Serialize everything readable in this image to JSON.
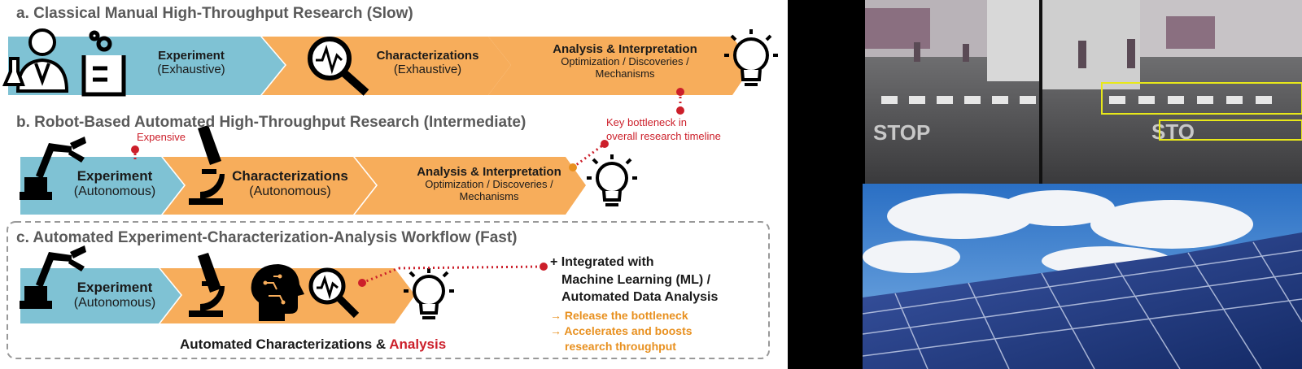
{
  "section_a": {
    "title": "a. Classical Manual High-Throughput Research (Slow)",
    "steps": [
      {
        "label": "Experiment",
        "sub": "(Exhaustive)"
      },
      {
        "label": "Characterizations",
        "sub": "(Exhaustive)"
      },
      {
        "label": "Analysis & Interpretation",
        "sub1": "Optimization / Discoveries /",
        "sub2": "Mechanisms"
      }
    ]
  },
  "section_b": {
    "title": "b. Robot-Based Automated High-Throughput Research (Intermediate)",
    "expensive_note": "Expensive",
    "bottleneck_note1": "Key bottleneck in",
    "bottleneck_note2": "overall research timeline",
    "steps": [
      {
        "label": "Experiment",
        "sub": "(Autonomous)"
      },
      {
        "label": "Characterizations",
        "sub": "(Autonomous)"
      },
      {
        "label": "Analysis & Interpretation",
        "sub1": "Optimization / Discoveries /",
        "sub2": "Mechanisms"
      }
    ]
  },
  "section_c": {
    "title": "c. Automated Experiment-Characterization-Analysis Workflow (Fast)",
    "experiment_label": "Experiment",
    "experiment_sub": "(Autonomous)",
    "footer_prefix": "Automated Characterizations &",
    "footer_highlight": "Analysis",
    "ml_line1": "+ Integrated with",
    "ml_line2": "Machine Learning (ML) /",
    "ml_line3": "Automated Data Analysis",
    "benefit1": "→ Release the bottleneck",
    "benefit2": "→ Accelerates and boosts",
    "benefit3": "research throughput"
  },
  "photo_top_text": {
    "left": "STOP",
    "right": "STO"
  },
  "colors": {
    "blue": "#7fc2d4",
    "orange": "#f7ad5b",
    "red": "#cc1f2a",
    "accent_orange": "#e8901f"
  }
}
